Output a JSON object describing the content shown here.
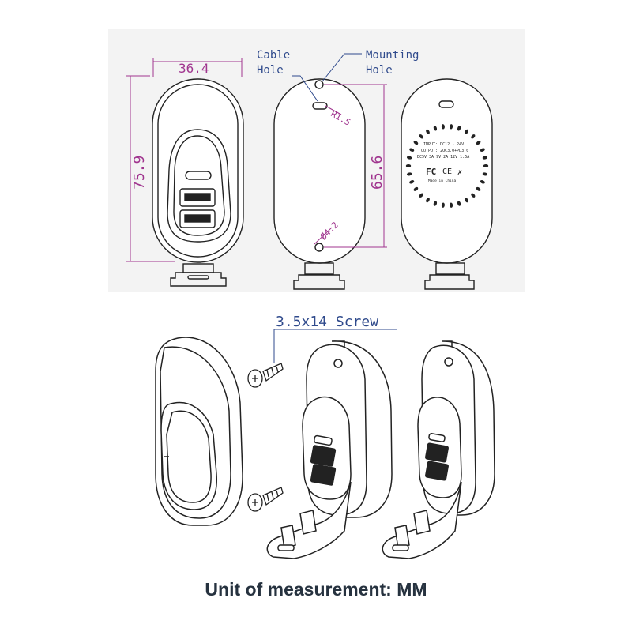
{
  "dimensions": {
    "width": "36.4",
    "height": "75.9",
    "hole_spacing": "65.6",
    "radius": "R1.5",
    "diameter": "Ø4.2"
  },
  "callouts": {
    "cable_hole": [
      "Cable",
      "Hole"
    ],
    "mounting_hole": [
      "Mounting",
      "Hole"
    ],
    "screw": "3.5x14 Screw"
  },
  "label_plate": {
    "lines": [
      "INPUT: DC12 - 24V",
      "OUTPUT: 2QC3.0+PD3.0",
      "DC5V 3A 9V 2A 12V 1.5A",
      "Made in China"
    ],
    "marks": [
      "FC",
      "CE"
    ]
  },
  "footer": "Unit of measurement: MM",
  "colors": {
    "dimension": "#a0358f",
    "callout": "#2f4a8c",
    "line": "#222222",
    "background_top": "#f2f2f2"
  }
}
